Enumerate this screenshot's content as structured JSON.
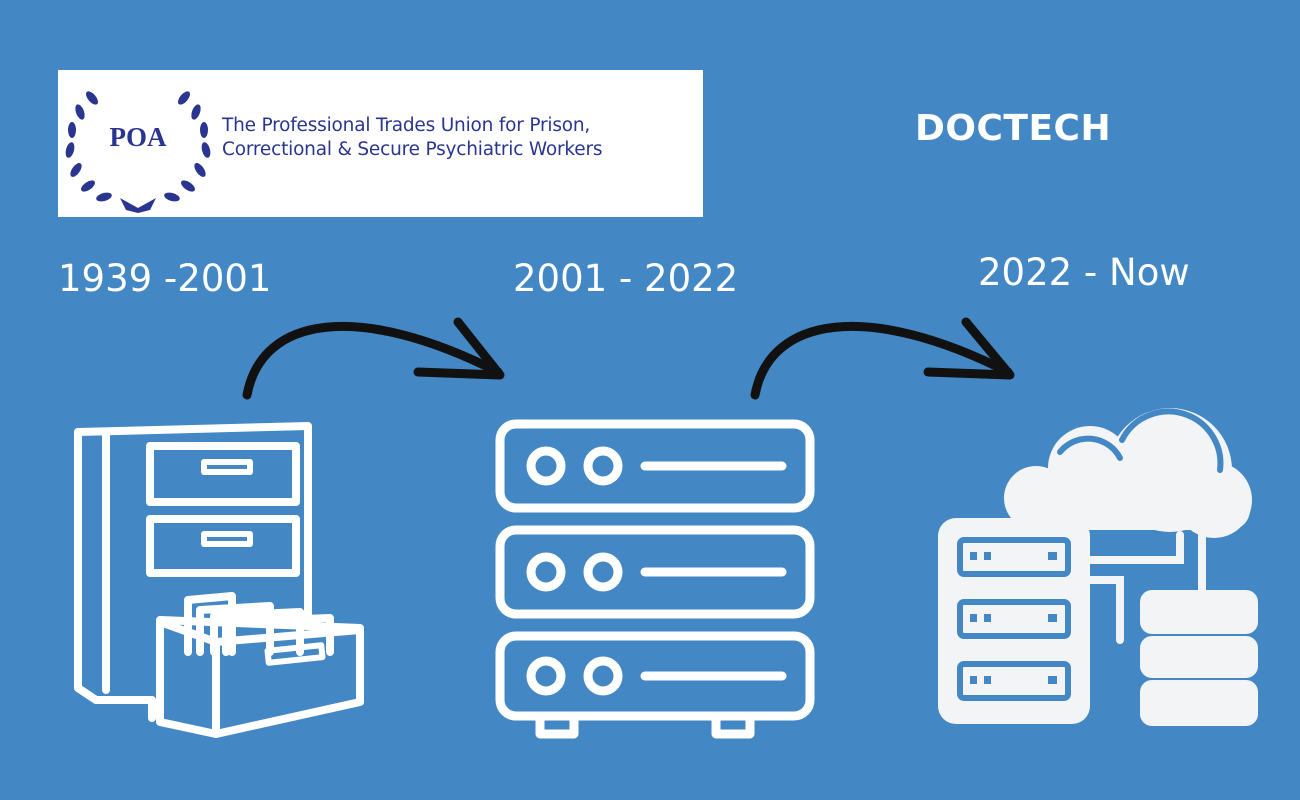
{
  "logo": {
    "abbreviation": "POA",
    "tagline_line1": "The Professional Trades Union for Prison,",
    "tagline_line2": "Correctional & Secure Psychiatric Workers",
    "icon": "laurel-wreath-icon"
  },
  "brand": {
    "name": "DOCTECH"
  },
  "timeline": [
    {
      "period": "1939 -2001",
      "icon": "filing-cabinet-icon"
    },
    {
      "period": "2001 - 2022",
      "icon": "server-rack-icon"
    },
    {
      "period": "2022 - Now",
      "icon": "cloud-server-icon"
    }
  ],
  "colors": {
    "background": "#4388c5",
    "foreground": "#ffffff",
    "arrow": "#111111",
    "logo_text": "#2a3590"
  }
}
